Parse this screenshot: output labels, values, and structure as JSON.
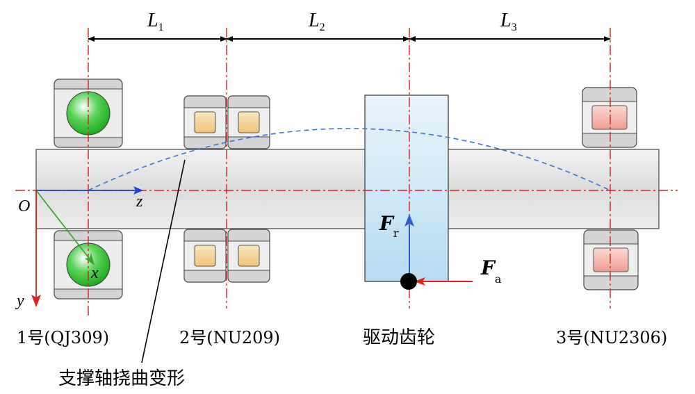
{
  "dimensions": {
    "L1": {
      "letter": "L",
      "sub": "1"
    },
    "L2": {
      "letter": "L",
      "sub": "2"
    },
    "L3": {
      "letter": "L",
      "sub": "3"
    }
  },
  "axes": {
    "origin": "O",
    "z": "z",
    "y": "y",
    "x": "x"
  },
  "forces": {
    "radial": {
      "letter": "F",
      "sub": "r"
    },
    "axial": {
      "letter": "F",
      "sub": "a"
    }
  },
  "bearings": [
    {
      "label": "1号(QJ309)"
    },
    {
      "label": "2号(NU209)"
    },
    {
      "label": "3号(NU2306)"
    }
  ],
  "gear_label": "驱动齿轮",
  "deflection_label": "支撑轴挠曲变形",
  "colors": {
    "centerline": "#e02020",
    "deflection": "#3a73d6",
    "z_axis": "#1f3fd0",
    "x_axis": "#3aa52a",
    "ball": "#2fc02f",
    "roller_yellow": "#f2d08a",
    "roller_pink": "#f2a8a0",
    "gear": "#cfe6f6",
    "shaft": "#e2e2e2"
  }
}
